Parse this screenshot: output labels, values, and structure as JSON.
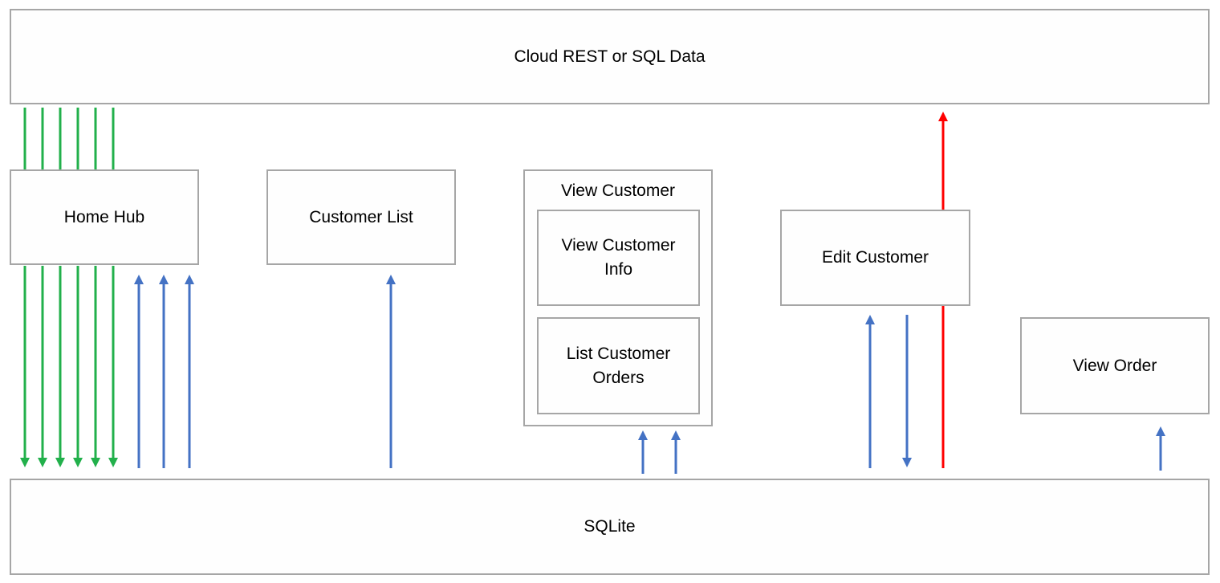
{
  "diagram": {
    "nodes": {
      "cloud": "Cloud REST or SQL Data",
      "home_hub": "Home Hub",
      "customer_list": "Customer List",
      "view_customer": "View Customer",
      "view_customer_info": "View Customer\nInfo",
      "list_customer_orders": "List Customer\nOrders",
      "edit_customer": "Edit Customer",
      "view_order": "View Order",
      "sqlite": "SQLite"
    },
    "colors": {
      "border": "#a6a6a6",
      "sync_down": "#22b04b",
      "local_flow": "#4472c4",
      "cloud_write": "#ff0000"
    }
  }
}
